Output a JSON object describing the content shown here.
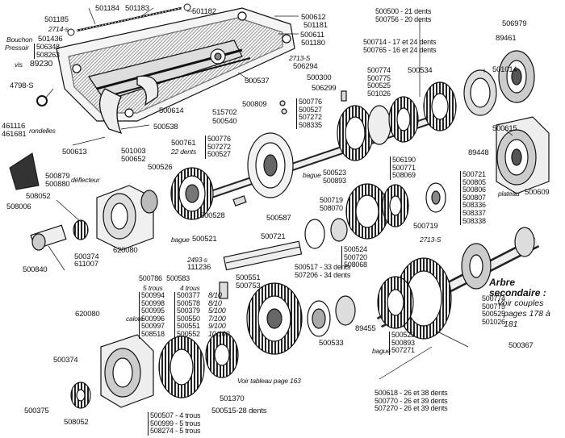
{
  "colors": {
    "ink": "#111111",
    "paper": "#ffffff",
    "shade": "#8a8a8a",
    "light": "#d8d8d8"
  },
  "labels": {
    "p501184": "501184",
    "p501183": "501183",
    "p501185": "501185",
    "p501182": "501182",
    "p2714s": "2714-s",
    "bouchon": "Bouchon",
    "p501436": "501436",
    "pressoir": "Pressoir",
    "p506348": "506348",
    "p508263": "508263",
    "vis": "vis",
    "p89230": "89230",
    "p500612": "500612",
    "p501181": "501181",
    "p500611": "500611",
    "p501180": "501180",
    "p2713s_a": "2713-S",
    "p506294": "506294",
    "p4798s": "4798-S",
    "p461116": "461116",
    "rondelles": "rondelles",
    "p461681": "461681",
    "p500537": "500537",
    "p500300": "500300",
    "p506299": "506299",
    "p500614": "500614",
    "p500809": "500809",
    "p515702": "515702",
    "p500540": "500540",
    "p500538": "500538",
    "p500613": "500613",
    "p501003": "501003",
    "p500652": "500652",
    "p500526": "500526",
    "p500879": "500879",
    "deflecteur": "déflecteur",
    "p500880": "500880",
    "p508052_a": "508052",
    "p508006": "508006",
    "p620080_a": "620080",
    "p500374_a": "500374",
    "p611007": "611007",
    "p500840": "500840",
    "p500528": "500528",
    "bague_a": "bague",
    "p500521": "500521",
    "p500761": "500761",
    "dents22": "22 dents",
    "p500587": "500587",
    "p500721": "500721",
    "p2493s": "2493-s",
    "p111236": "111236",
    "p500551": "500551",
    "p500753": "500753",
    "p500534": "500534",
    "p501014": "501014",
    "p89461": "89461",
    "p506979": "506979",
    "p500615": "500615",
    "p89448": "89448",
    "plateau": "plateau",
    "p500609": "500609",
    "p500719": "500719",
    "p2713s_b": "2713-S",
    "p500533": "500533",
    "p89455": "89455",
    "p500367": "500367",
    "p620080_b": "620080",
    "calotte": "calote",
    "p500374_b": "500374",
    "p500375": "500375",
    "p508052_b": "508052",
    "p501370": "501370",
    "voir_tableau": "Voir tableau page 163",
    "p500515": "500515-28 dents",
    "bague_b": "bague",
    "bague_c": "bague"
  },
  "blocks": {
    "top_gears": [
      "500500 - 21 dents",
      "500756 - 20 dents"
    ],
    "b500714": [
      "500714 - 17 et 24 dents",
      "500765 - 16 et 24 dents"
    ],
    "b500774": [
      "500774",
      "500775",
      "500525",
      "501026"
    ],
    "b500776a": [
      "500776",
      "500527",
      "507272",
      "508335"
    ],
    "b500776b": [
      "500776",
      "507272",
      "500527"
    ],
    "b500523a": [
      "500523",
      "500893"
    ],
    "b506190": [
      "506190",
      "500771",
      "508069"
    ],
    "b500719": [
      "500719",
      "508070"
    ],
    "b500721r": [
      "500721",
      "500805",
      "500806",
      "500807",
      "508336",
      "508337",
      "508338"
    ],
    "b500524": [
      "500524",
      "500720",
      "508068"
    ],
    "b500517": [
      "500517 - 33 dents",
      "507206 - 34 dents"
    ],
    "b500786": [
      "500786",
      "500583"
    ],
    "trous5": "5 trous",
    "trous4": "4 trous",
    "col5": [
      "500994",
      "500998",
      "500995",
      "500996",
      "500997",
      "508518"
    ],
    "col4": [
      "500377",
      "500578",
      "500379",
      "500550",
      "500551",
      "500552"
    ],
    "ratios": [
      "8/10",
      "8/10",
      "5/100",
      "7/100",
      "9/100",
      "10/100"
    ],
    "b500774b": [
      "500774",
      "500775",
      "500525",
      "501026"
    ],
    "b500523b": [
      "500523",
      "500893",
      "507271"
    ],
    "b500618": [
      "500618 - 26 et 38 dents",
      "500770 - 26 et 39 dents",
      "507270 - 26 et 39 dents"
    ],
    "b500507": [
      "500507 - 4 trous",
      "500999 - 5 trous",
      "508274 - 5 trous"
    ]
  },
  "note": {
    "title": "Arbre secondaire :",
    "line1": "Voir couples",
    "line2": "pages 178 à 181"
  }
}
